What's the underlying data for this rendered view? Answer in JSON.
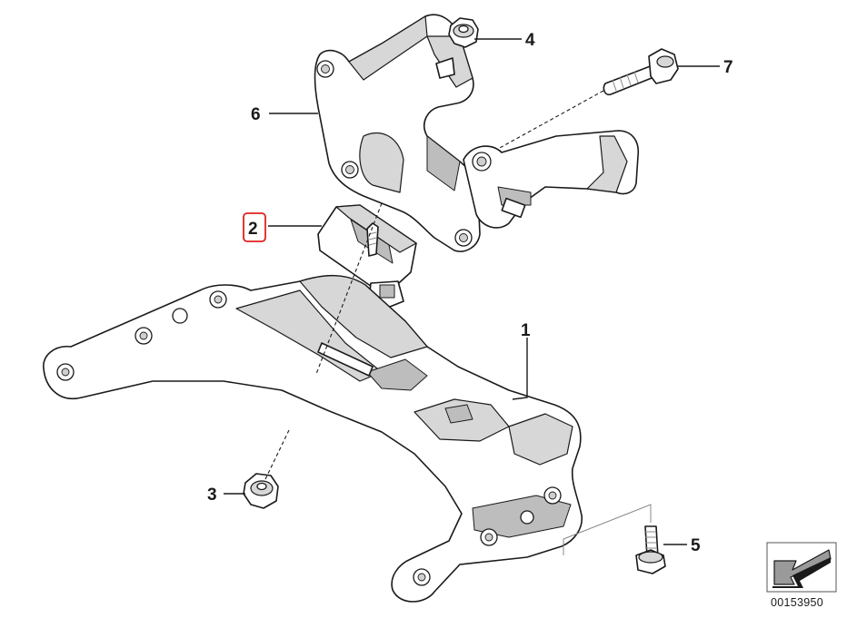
{
  "diagram": {
    "callouts": [
      {
        "id": "1",
        "label": "1"
      },
      {
        "id": "2",
        "label": "2",
        "selected": true
      },
      {
        "id": "3",
        "label": "3"
      },
      {
        "id": "4",
        "label": "4"
      },
      {
        "id": "5",
        "label": "5"
      },
      {
        "id": "6",
        "label": "6"
      },
      {
        "id": "7",
        "label": "7"
      }
    ],
    "selection_color": "#e0201f",
    "reference_number": "00153950",
    "orientation_icon": "arrow-left-down-icon"
  }
}
